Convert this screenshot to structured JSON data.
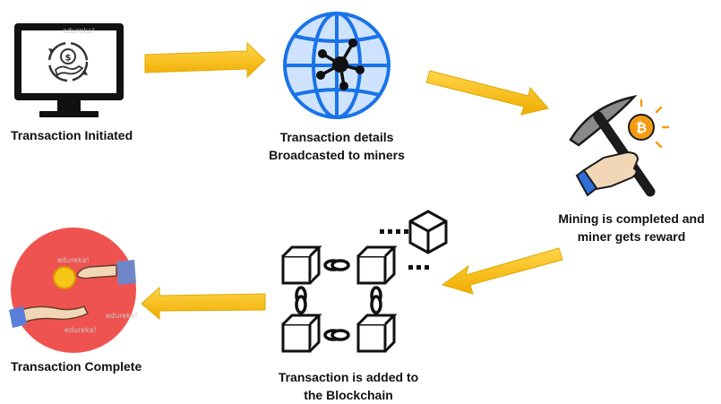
{
  "steps": {
    "initiated": {
      "label": "Transaction Initiated",
      "icon": "monitor-dollar-cycle-icon"
    },
    "broadcast": {
      "line1": "Transaction details",
      "line2": "Broadcasted to miners",
      "icon": "globe-network-icon"
    },
    "mining": {
      "line1": "Mining is completed and",
      "line2": "miner gets reward",
      "icon": "pickaxe-bitcoin-icon"
    },
    "added": {
      "line1": "Transaction is added to",
      "line2": "the Blockchain",
      "icon": "blockchain-blocks-icon"
    },
    "complete": {
      "label": "Transaction Complete",
      "icon": "hand-coin-exchange-icon"
    }
  },
  "watermark": "edureka!",
  "bitcoin_symbol": "₿",
  "dollar_symbol": "$",
  "colors": {
    "arrow": "#f5bf16",
    "arrow_stroke": "#e0a800",
    "globe": "#1a73e8",
    "monitor": "#111111",
    "coin": "#f39c12",
    "red_circle": "#ef5350"
  }
}
